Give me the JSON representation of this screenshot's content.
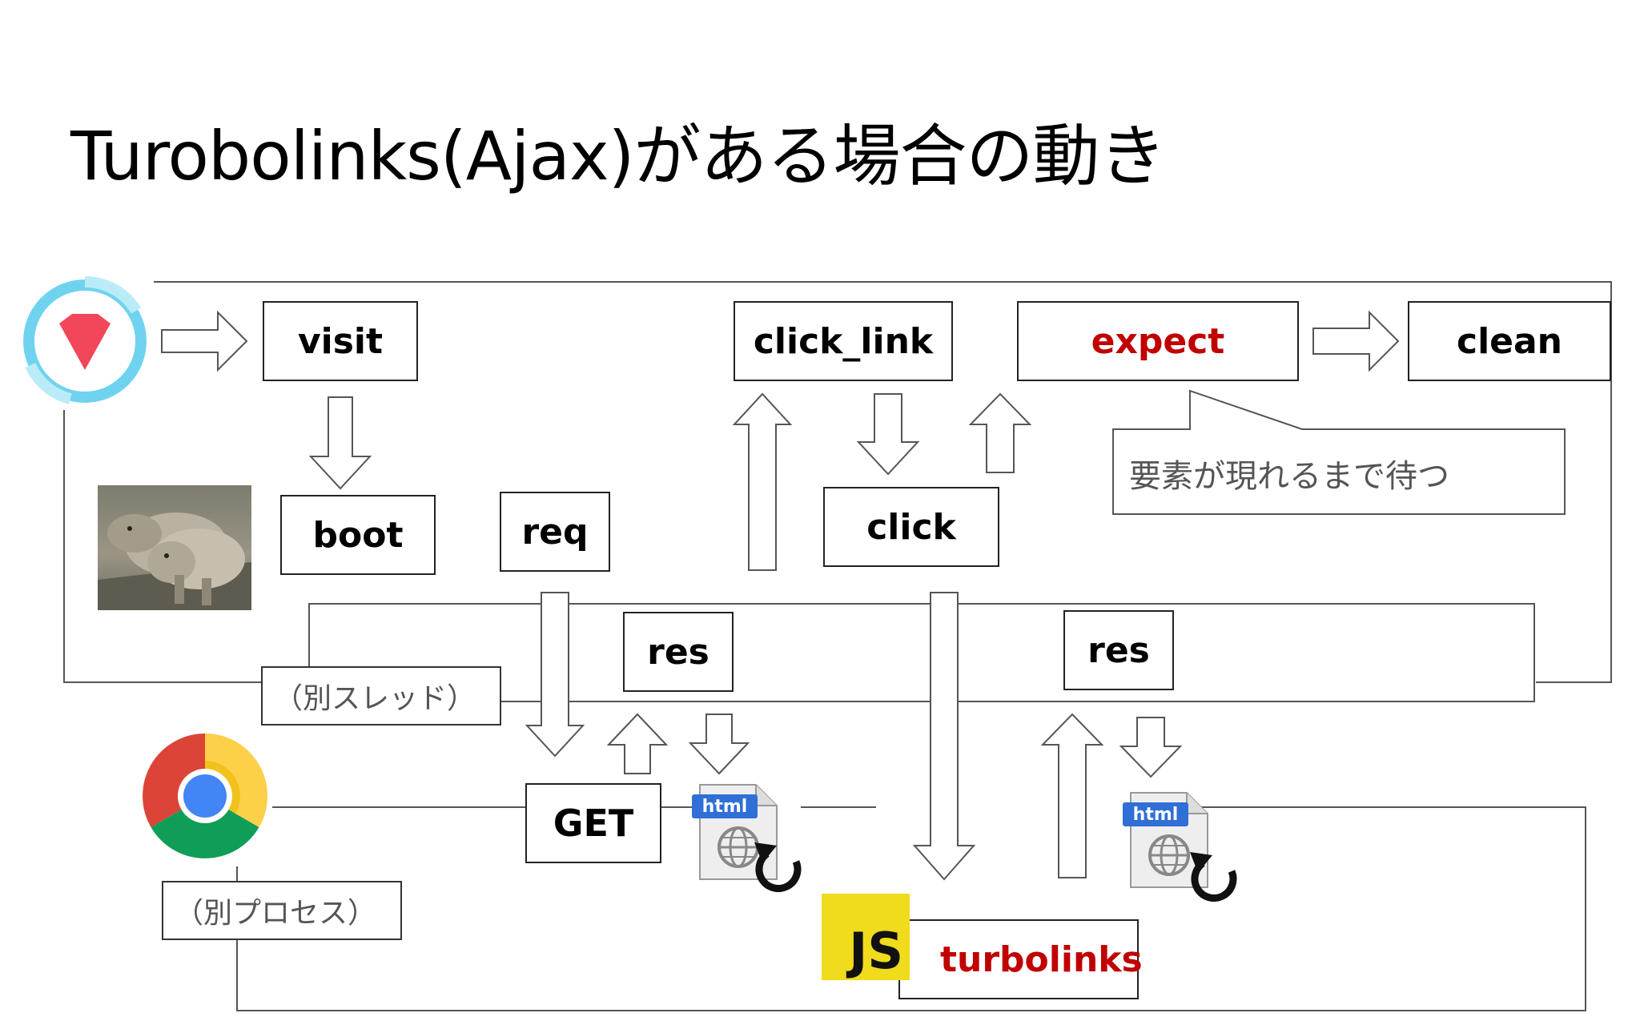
{
  "title": "Turobolinks(Ajax)がある場合の動き",
  "boxes": {
    "visit": "visit",
    "click_link": "click_link",
    "expect": "expect",
    "clean": "clean",
    "boot": "boot",
    "req": "req",
    "click": "click",
    "res1": "res",
    "res2": "res",
    "get": "GET",
    "turbolinks": "turbolinks"
  },
  "callout": "要素が現れるまで待つ",
  "labels": {
    "thread": "（別スレッド）",
    "process": "（別プロセス）"
  },
  "js_logo": "JS",
  "html_icon_label": "html",
  "icons": [
    "capybara-gem-icon",
    "chrome-icon",
    "js-logo-icon",
    "html-file-icon",
    "reload-icon"
  ],
  "colors": {
    "red_text": "#c00000",
    "js_yellow": "#f0db1c",
    "gem_red": "#f2465b",
    "ring_blue": "#6fd3ef",
    "html_badge": "#2f6fd6"
  }
}
